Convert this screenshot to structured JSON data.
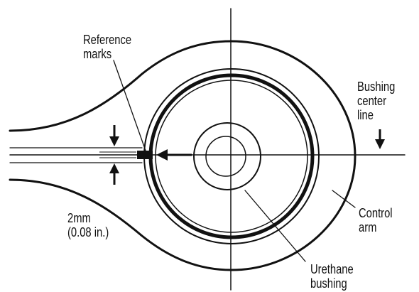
{
  "labels": {
    "reference_marks": [
      "Reference",
      "marks"
    ],
    "bushing_center_line": [
      "Bushing",
      "center",
      "line"
    ],
    "measurement": [
      "2mm",
      "(0.08 in.)"
    ],
    "control_arm": [
      "Control",
      "arm"
    ],
    "urethane_bushing": [
      "Urethane",
      "bushing"
    ]
  },
  "colors": {
    "ink": "#111111",
    "background": "#ffffff"
  }
}
